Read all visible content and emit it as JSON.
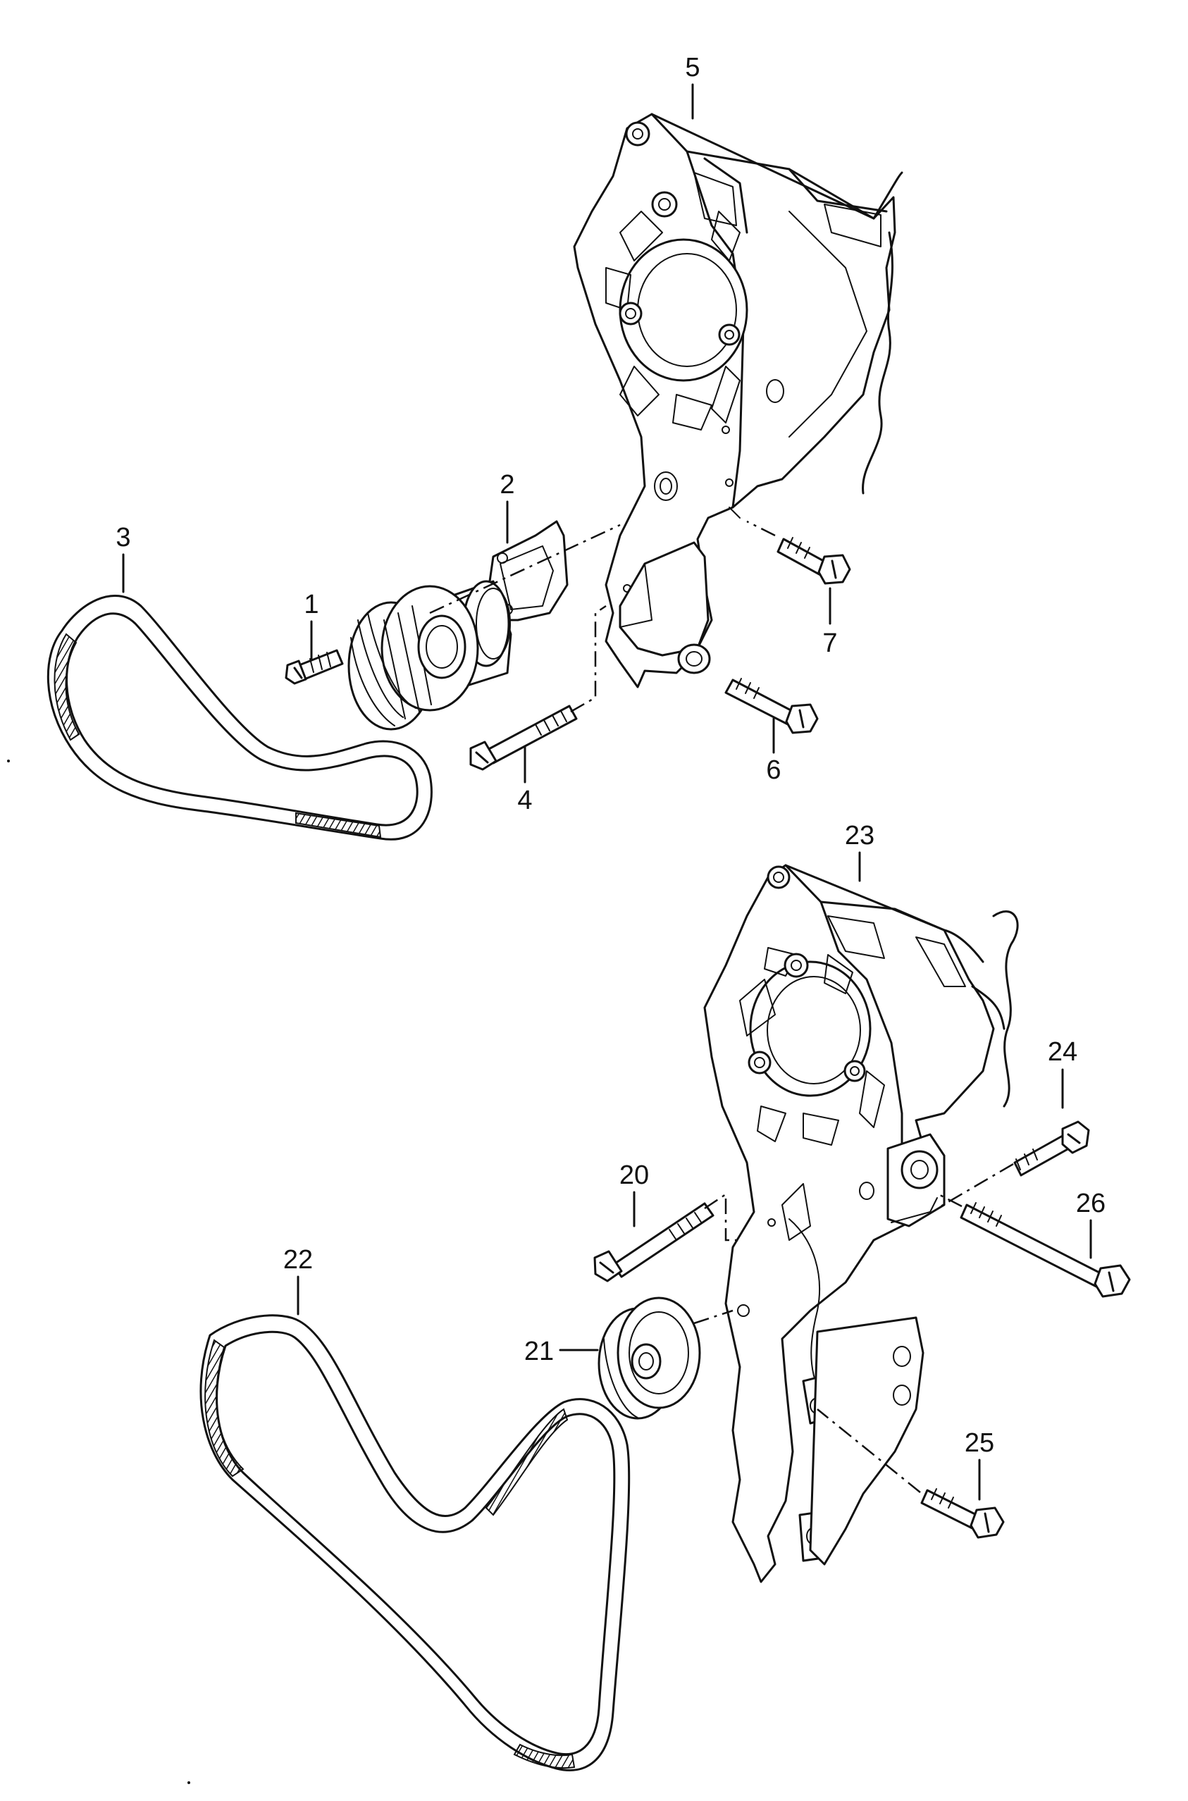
{
  "callouts": {
    "c1": "1",
    "c2": "2",
    "c3": "3",
    "c4": "4",
    "c5": "5",
    "c6": "6",
    "c7": "7",
    "c20": "20",
    "c21": "21",
    "c22": "22",
    "c23": "23",
    "c24": "24",
    "c25": "25",
    "c26": "26"
  }
}
